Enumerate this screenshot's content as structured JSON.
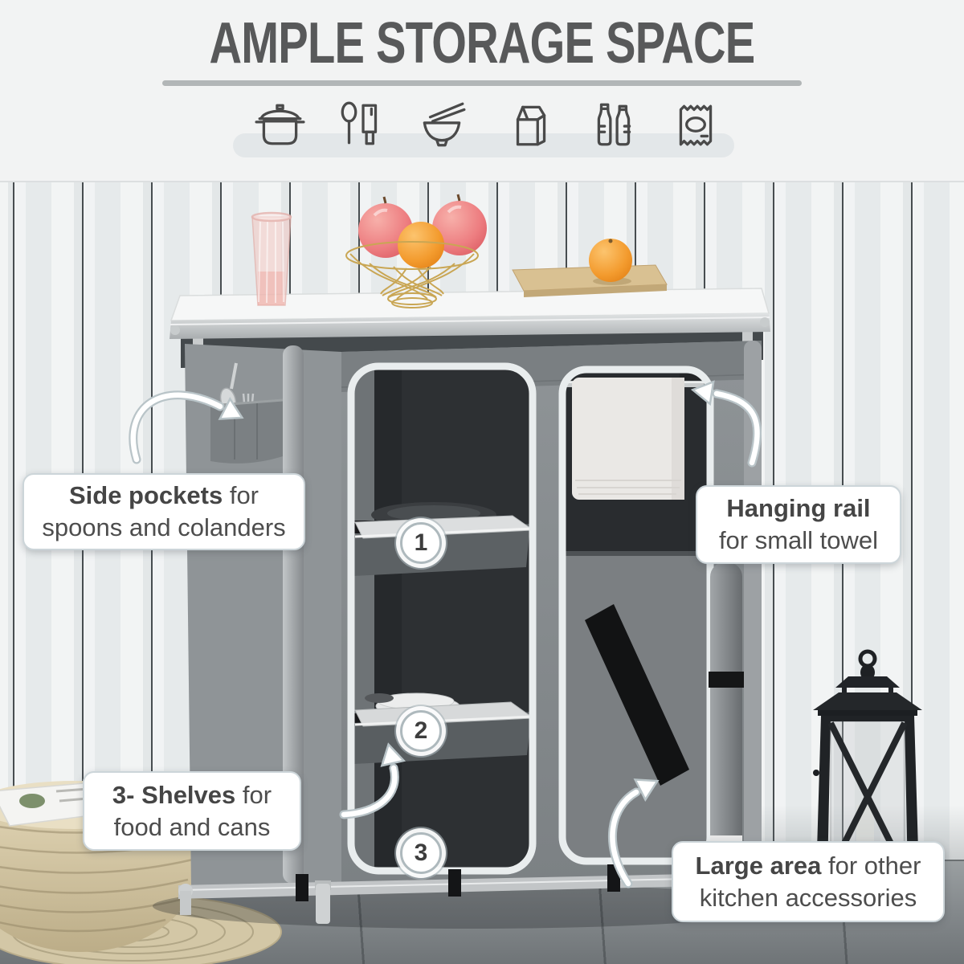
{
  "header": {
    "title": "AMPLE STORAGE SPACE",
    "icons": [
      "cooking-pot",
      "spoon-and-cleaver",
      "bowl-with-chopsticks",
      "milk-carton",
      "water-bottles",
      "snack-packet"
    ]
  },
  "callouts": {
    "side_pockets": {
      "bold": "Side pockets",
      "after_bold": " for",
      "line2": "spoons and colanders"
    },
    "hanging_rail": {
      "bold": "Hanging rail",
      "after_bold": "",
      "line2": "for small towel"
    },
    "shelves": {
      "bold": "3- Shelves",
      "after_bold": " for",
      "line2": "food and cans"
    },
    "large_area": {
      "bold": "Large area",
      "after_bold": " for other",
      "line2": "kitchen accessories"
    }
  },
  "badges": {
    "shelf1": "1",
    "shelf2": "2",
    "shelf3": "3"
  },
  "colors": {
    "title_text": "#58595a",
    "divider": "#b2b6b7",
    "icon_strip": "#e3e7e9",
    "callout_border": "#ccd5d9",
    "callout_text": "#4d4d4d",
    "fabric_gray": "#878c8f",
    "interior_dark": "#26292c",
    "wall_white": "#eef1f1",
    "floor_gray": "#868b8e",
    "arrow_white": "#ffffff",
    "basket_gold": "#c9a654"
  }
}
